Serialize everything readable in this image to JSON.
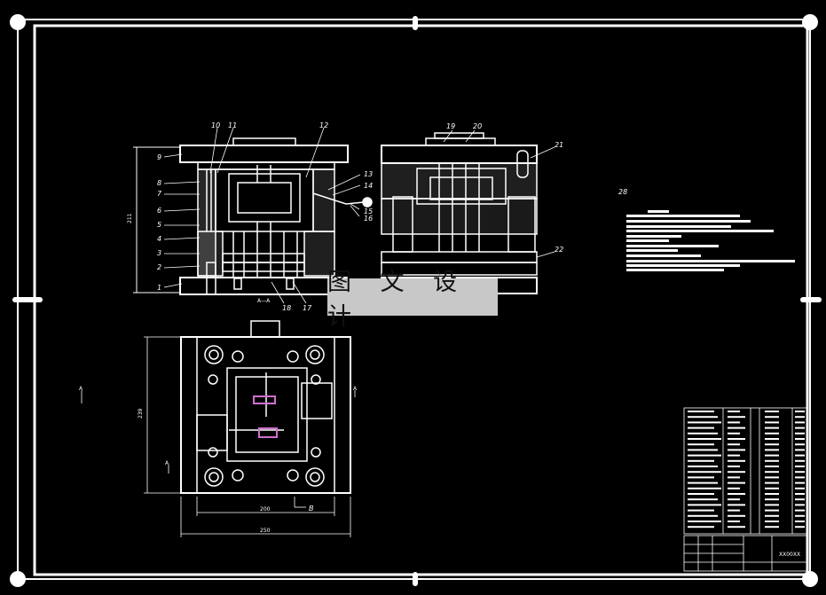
{
  "watermark": "图 文 设 计",
  "part_numbers": {
    "n1": "1",
    "n2": "2",
    "n3": "3",
    "n4": "4",
    "n5": "5",
    "n6": "6",
    "n7": "7",
    "n8": "8",
    "n9": "9",
    "n10": "10",
    "n11": "11",
    "n12": "12",
    "n13": "13",
    "n14": "14",
    "n15": "15",
    "n16": "16",
    "n17": "17",
    "n18": "18",
    "n19": "19",
    "n20": "20",
    "n21": "21",
    "n22": "22",
    "n28": "28"
  },
  "section_label": "A—A",
  "view_marks": {
    "a": "A",
    "b": "B"
  },
  "dimensions": {
    "height": "211",
    "plan_height": "239",
    "width_inner": "200",
    "width_outer": "250"
  },
  "title_block": {
    "drawing_no": "XX00XX"
  },
  "colors": {
    "background": "#000000",
    "lines": "#ffffff",
    "accent": "#d070d0",
    "watermark_bg": "#c8c8c8"
  }
}
